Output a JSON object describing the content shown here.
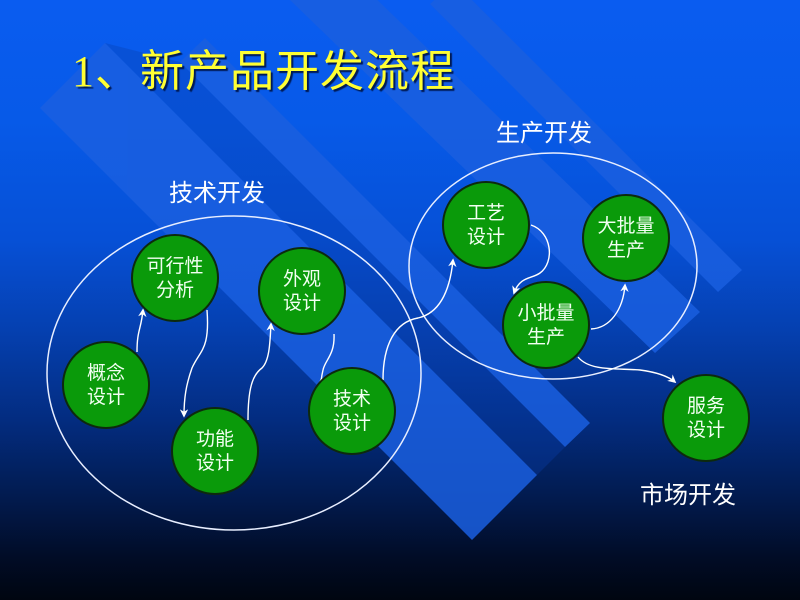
{
  "slide": {
    "title": "1、新产品开发流程",
    "colors": {
      "title": "#ffff33",
      "node_fill": "#0a9a0a",
      "node_border": "#0d2a0d",
      "label_text": "#ffffff",
      "band": "#1a5fe0",
      "bg_top": "#0a5cf0",
      "bg_bottom": "#000510"
    }
  },
  "groups": {
    "tech": {
      "label": "技术开发"
    },
    "production": {
      "label": "生产开发"
    },
    "market": {
      "label": "市场开发"
    }
  },
  "nodes": {
    "concept_design": {
      "line1": "概念",
      "line2": "设计"
    },
    "feasibility": {
      "line1": "可行性",
      "line2": "分析"
    },
    "function_design": {
      "line1": "功能",
      "line2": "设计"
    },
    "appearance_design": {
      "line1": "外观",
      "line2": "设计"
    },
    "technical_design": {
      "line1": "技术",
      "line2": "设计"
    },
    "process_design": {
      "line1": "工艺",
      "line2": "设计"
    },
    "small_batch": {
      "line1": "小批量",
      "line2": "生产"
    },
    "mass_production": {
      "line1": "大批量",
      "line2": "生产"
    },
    "service_design": {
      "line1": "服务",
      "line2": "设计"
    }
  },
  "flow": [
    {
      "from": "概念设计",
      "to": "可行性分析"
    },
    {
      "from": "可行性分析",
      "to": "功能设计"
    },
    {
      "from": "功能设计",
      "to": "外观设计"
    },
    {
      "from": "外观设计",
      "to": "技术设计"
    },
    {
      "from": "技术设计",
      "to": "工艺设计"
    },
    {
      "from": "工艺设计",
      "to": "小批量生产"
    },
    {
      "from": "小批量生产",
      "to": "大批量生产"
    },
    {
      "from": "小批量生产",
      "to": "服务设计"
    }
  ]
}
